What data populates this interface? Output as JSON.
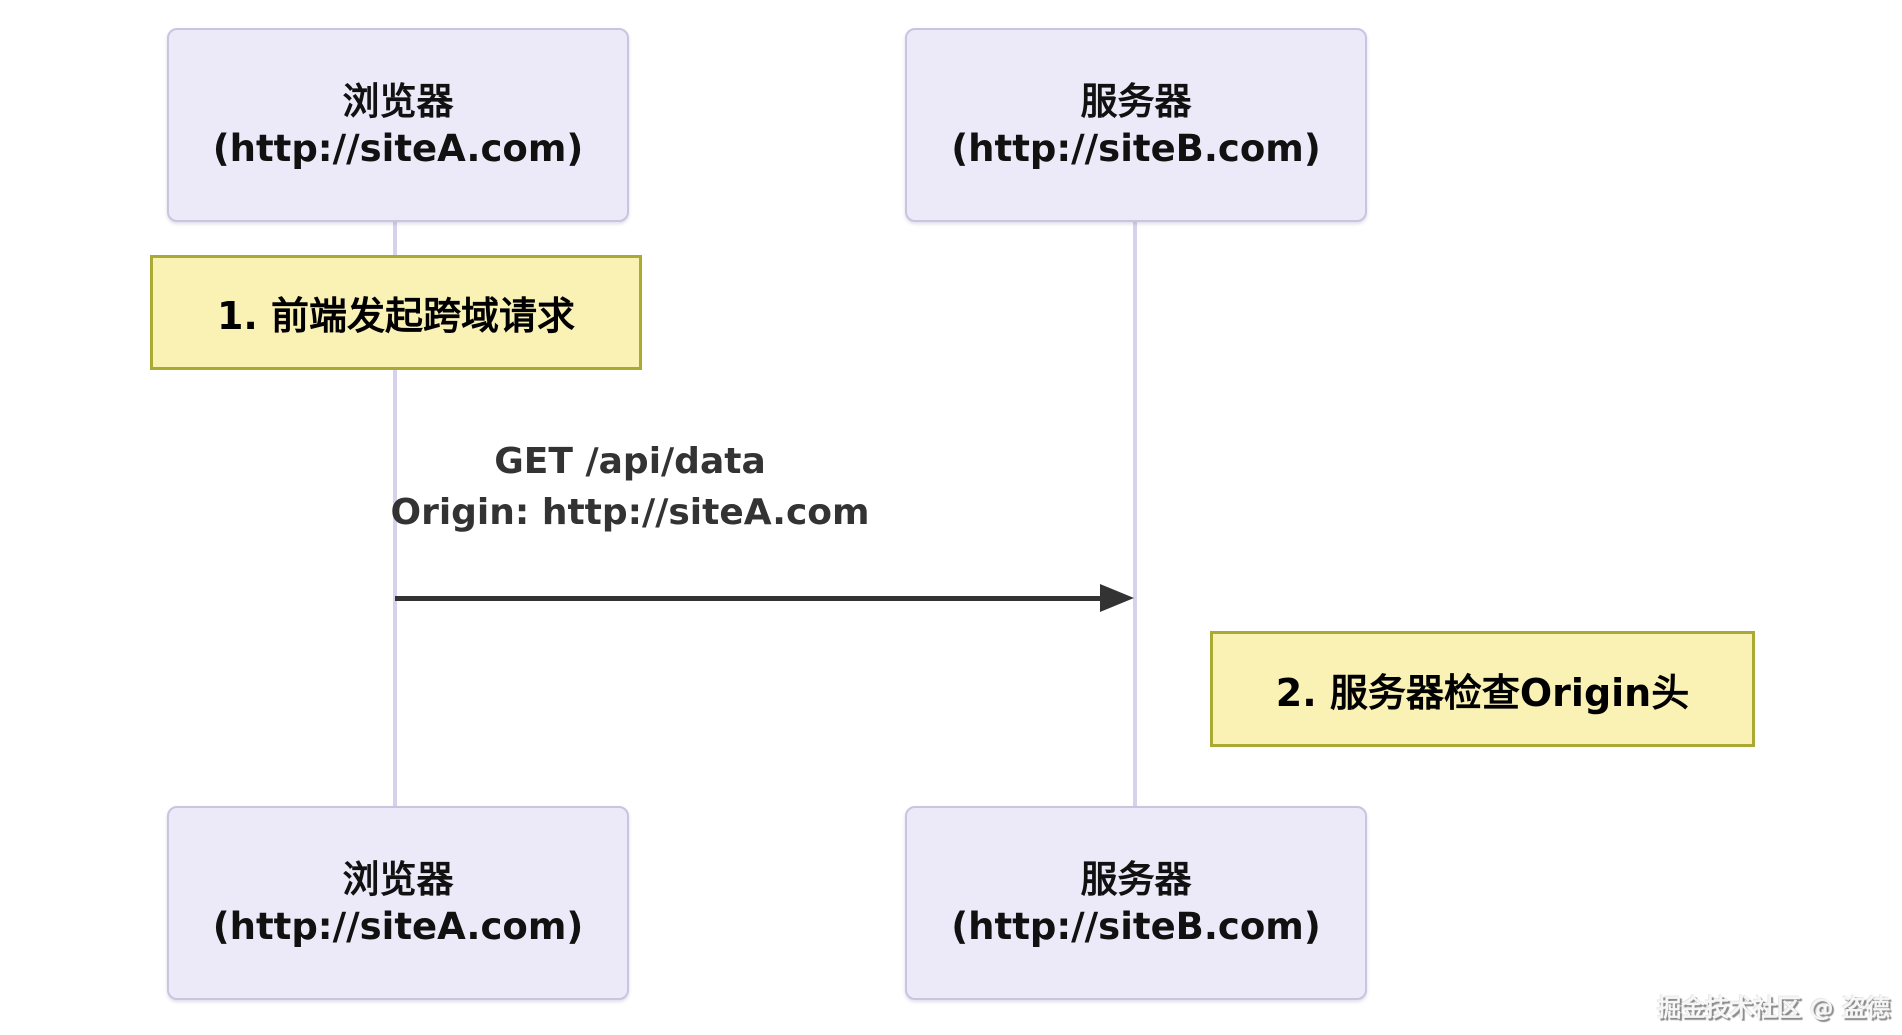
{
  "actors": {
    "browser": {
      "name": "浏览器",
      "origin": "(http://siteA.com)"
    },
    "server": {
      "name": "服务器",
      "origin": "(http://siteB.com)"
    }
  },
  "notes": {
    "step1": "1. 前端发起跨域请求",
    "step2": "2. 服务器检查Origin头"
  },
  "message": {
    "line1": "GET /api/data",
    "line2": "Origin: http://siteA.com"
  },
  "watermark": "掘金技术社区 @ 盗德",
  "colors": {
    "actor_fill": "#ECEAF8",
    "actor_border": "#C9C5E0",
    "actor_text": "#111111",
    "note_fill": "#FAF1B5",
    "note_border": "#A9A933",
    "lifeline": "#D6D1EC",
    "arrow": "#333333",
    "message_text": "#333333"
  }
}
